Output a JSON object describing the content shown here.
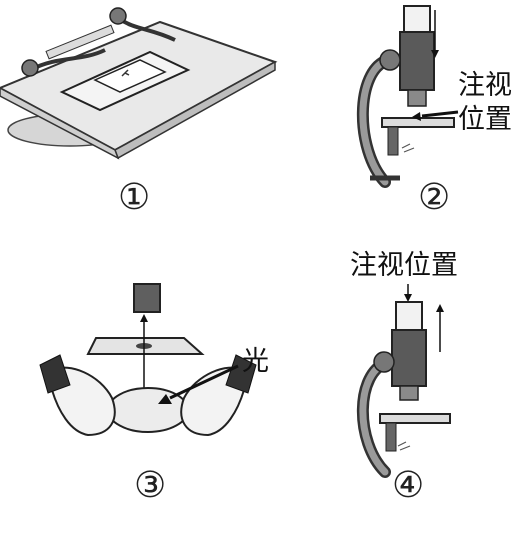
{
  "figure": {
    "panels": [
      {
        "number": "①"
      },
      {
        "number": "②",
        "label_line1": "注视",
        "label_line2": "位置"
      },
      {
        "number": "③",
        "label": "光"
      },
      {
        "number": "④",
        "label": "注视位置"
      }
    ]
  }
}
